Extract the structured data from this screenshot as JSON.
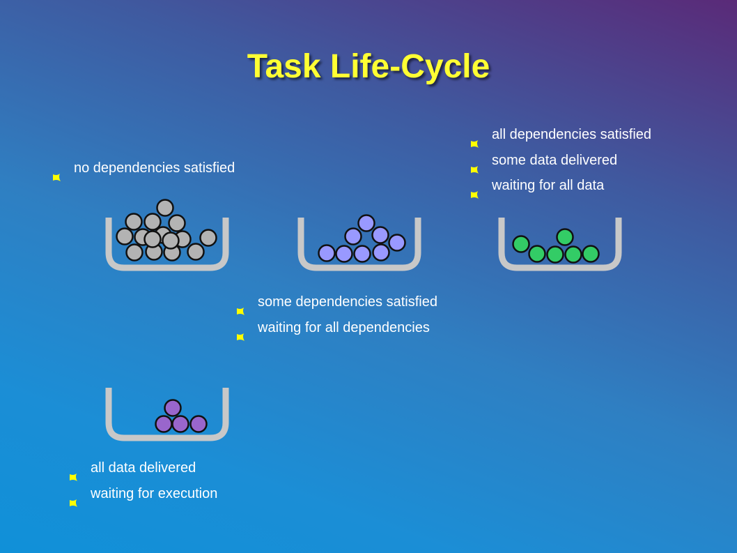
{
  "slide": {
    "title": "Task Life-Cycle",
    "title_color": "#ffff33",
    "bullet_color": "#ffff00"
  },
  "stages": [
    {
      "id": "stage-1",
      "bullets": [
        "no dependencies satisfied"
      ],
      "ball_color": "#b3b3b3",
      "ball_count": 15
    },
    {
      "id": "stage-2",
      "bullets": [
        "some dependencies satisfied",
        "waiting for all dependencies"
      ],
      "ball_color": "#9999ff",
      "ball_count": 8
    },
    {
      "id": "stage-3",
      "bullets": [
        "all dependencies satisfied",
        "some data delivered",
        "waiting for all data"
      ],
      "ball_color": "#33cc66",
      "ball_count": 6
    },
    {
      "id": "stage-4",
      "bullets": [
        "all data delivered",
        "waiting for execution"
      ],
      "ball_color": "#9966cc",
      "ball_count": 4
    }
  ]
}
